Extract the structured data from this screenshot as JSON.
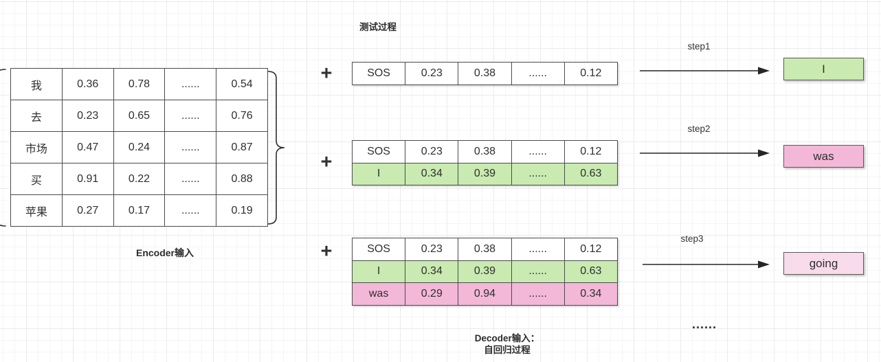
{
  "title": "测试过程",
  "plus_sign": "+",
  "colors": {
    "white": "#ffffff",
    "green": "#c9eab1",
    "pink": "#f3b8d8",
    "light_pink": "#f8dcec",
    "border": "#4a4a4a",
    "text": "#2e2e2e"
  },
  "encoder": {
    "label": "Encoder输入",
    "rows": [
      [
        "我",
        "0.36",
        "0.78",
        "......",
        "0.54"
      ],
      [
        "去",
        "0.23",
        "0.65",
        "......",
        "0.76"
      ],
      [
        "市场",
        "0.47",
        "0.24",
        "......",
        "0.87"
      ],
      [
        "买",
        "0.91",
        "0.22",
        "......",
        "0.88"
      ],
      [
        "苹果",
        "0.27",
        "0.17",
        "......",
        "0.19"
      ]
    ]
  },
  "decoder": {
    "label_line1": "Decoder输入：",
    "label_line2": "自回归过程",
    "ellipsis": "......",
    "steps": [
      {
        "arrow_label": "step1",
        "table": [
          {
            "cells": [
              "SOS",
              "0.23",
              "0.38",
              "......",
              "0.12"
            ],
            "fill": "white"
          }
        ],
        "output": {
          "text": "I",
          "fill": "green"
        }
      },
      {
        "arrow_label": "step2",
        "table": [
          {
            "cells": [
              "SOS",
              "0.23",
              "0.38",
              "......",
              "0.12"
            ],
            "fill": "white"
          },
          {
            "cells": [
              "I",
              "0.34",
              "0.39",
              "......",
              "0.63"
            ],
            "fill": "green"
          }
        ],
        "output": {
          "text": "was",
          "fill": "pink"
        }
      },
      {
        "arrow_label": "step3",
        "table": [
          {
            "cells": [
              "SOS",
              "0.23",
              "0.38",
              "......",
              "0.12"
            ],
            "fill": "white"
          },
          {
            "cells": [
              "I",
              "0.34",
              "0.39",
              "......",
              "0.63"
            ],
            "fill": "green"
          },
          {
            "cells": [
              "was",
              "0.29",
              "0.94",
              "......",
              "0.34"
            ],
            "fill": "pink"
          }
        ],
        "output": {
          "text": "going",
          "fill": "light_pink"
        }
      }
    ]
  }
}
